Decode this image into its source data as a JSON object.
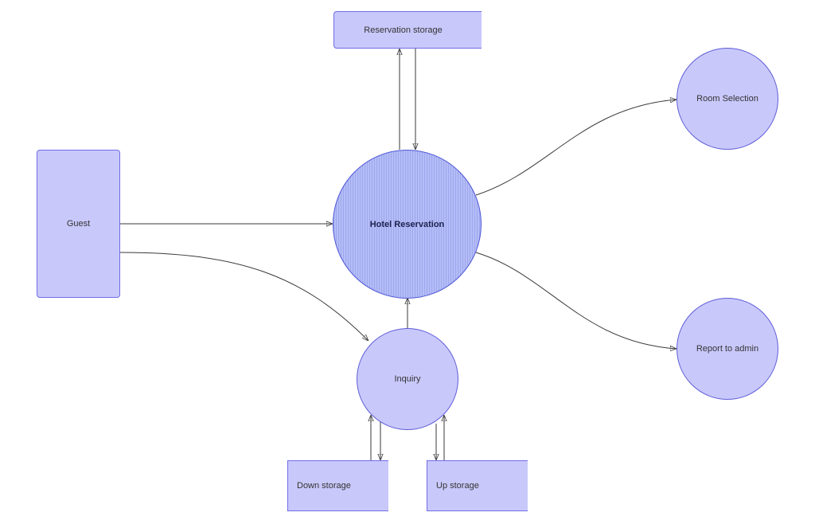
{
  "diagram": {
    "nodes": {
      "guest": "Guest",
      "hotel_reservation": "Hotel Reservation",
      "reservation_storage": "Reservation storage",
      "room_selection": "Room Selection",
      "report_to_admin": "Report to admin",
      "inquiry": "Inquiry",
      "down_storage": "Down storage",
      "up_storage": "Up storage"
    },
    "colors": {
      "node_fill": "#c9c8fb",
      "node_border": "#6f6ee6",
      "main_process_fill": "#a9b3f3",
      "edge": "#3a3a3a"
    },
    "edges": [
      {
        "from": "guest",
        "to": "hotel_reservation"
      },
      {
        "from": "guest",
        "to": "inquiry"
      },
      {
        "from": "hotel_reservation",
        "to": "reservation_storage"
      },
      {
        "from": "reservation_storage",
        "to": "hotel_reservation"
      },
      {
        "from": "hotel_reservation",
        "to": "room_selection"
      },
      {
        "from": "hotel_reservation",
        "to": "report_to_admin"
      },
      {
        "from": "inquiry",
        "to": "hotel_reservation"
      },
      {
        "from": "down_storage",
        "to": "inquiry"
      },
      {
        "from": "inquiry",
        "to": "down_storage"
      },
      {
        "from": "inquiry",
        "to": "up_storage"
      },
      {
        "from": "up_storage",
        "to": "inquiry"
      }
    ]
  }
}
